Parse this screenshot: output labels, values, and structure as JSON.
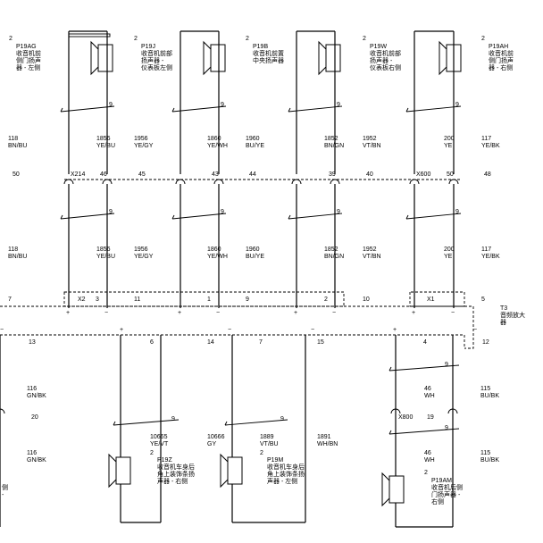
{
  "top_components": [
    {
      "pin": "2",
      "id": "P19AG",
      "lines": [
        "收音机前",
        "侧门扬声",
        "器 - 左侧"
      ]
    },
    {
      "pin": "2",
      "id": "P19J",
      "lines": [
        "收音机前部",
        "扬声器 -",
        "仪表板左侧"
      ]
    },
    {
      "pin": "2",
      "id": "P19B",
      "lines": [
        "收音机前置",
        "中央扬声器"
      ]
    },
    {
      "pin": "2",
      "id": "P19W",
      "lines": [
        "收音机前部",
        "扬声器 -",
        "仪表板右侧"
      ]
    },
    {
      "pin": "2",
      "id": "P19AH",
      "lines": [
        "收音机前",
        "侧门扬声",
        "器 - 右侧"
      ]
    }
  ],
  "top_twist_pin": "9",
  "upper_wires": [
    {
      "circuit": "118",
      "color": "BN/BU"
    },
    {
      "circuit": "1856",
      "color": "YE/BU"
    },
    {
      "circuit": "1956",
      "color": "YE/GY"
    },
    {
      "circuit": "1860",
      "color": "YE/WH"
    },
    {
      "circuit": "1960",
      "color": "BU/YE"
    },
    {
      "circuit": "1852",
      "color": "BN/GN"
    },
    {
      "circuit": "1952",
      "color": "VT/BN"
    },
    {
      "circuit": "200",
      "color": "YE"
    },
    {
      "circuit": "117",
      "color": "YE/BK"
    }
  ],
  "x214_connector": {
    "name": "X214",
    "pins": [
      "50",
      "46",
      "45",
      "43",
      "44",
      "39",
      "40"
    ]
  },
  "x600_connector": {
    "name": "X600",
    "pins": [
      "50",
      "48"
    ]
  },
  "amp_pins_top": {
    "x2": "X2",
    "x1": "X1",
    "pins": [
      "7",
      "3",
      "11",
      "1",
      "9",
      "2",
      "10",
      "5"
    ]
  },
  "amplifier": {
    "id": "T3",
    "lines": [
      "音频放大",
      "器"
    ]
  },
  "polarity": {
    "plus": "+",
    "minus": "−"
  },
  "amp_pins_bottom": [
    "13",
    "6",
    "14",
    "7",
    "15",
    "4",
    "12"
  ],
  "lower_wires": [
    {
      "circuit": "116",
      "color": "GN/BK"
    },
    {
      "circuit": "10665",
      "color": "YE/VT"
    },
    {
      "circuit": "10666",
      "color": "GY"
    },
    {
      "circuit": "1889",
      "color": "VT/BU"
    },
    {
      "circuit": "1891",
      "color": "WH/BN"
    },
    {
      "circuit": "46",
      "color": "WH"
    },
    {
      "circuit": "115",
      "color": "BU/BK"
    }
  ],
  "x800_connector": {
    "name": "X800",
    "pin": "19",
    "left_pin": "20"
  },
  "bottom_components": [
    {
      "pin": "2",
      "id": "P19Z",
      "lines": [
        "收音机车身后",
        "角上装饰条扬",
        "声器 - 右侧"
      ]
    },
    {
      "pin": "2",
      "id": "P19M",
      "lines": [
        "收音机车身后",
        "角上装饰条扬",
        "声器 - 左侧"
      ]
    },
    {
      "pin": "2",
      "id": "P19AM",
      "lines": [
        "收音机后侧",
        "门扬声器 -",
        "右侧"
      ]
    }
  ],
  "left_edge_lines": [
    "侧",
    "-"
  ]
}
